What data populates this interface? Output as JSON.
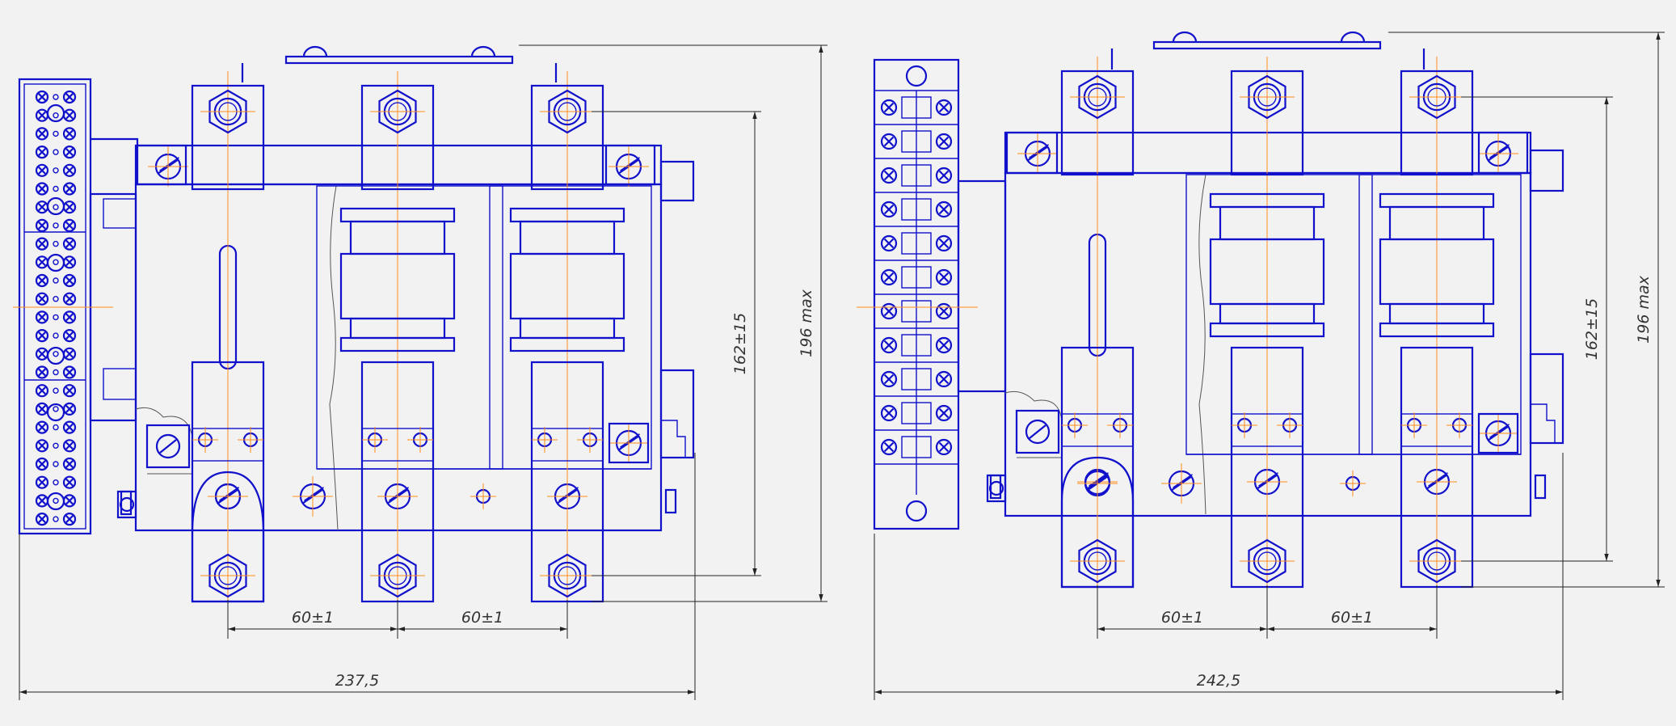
{
  "colors": {
    "background": "#f2f2f2",
    "outline": "#1111cc",
    "centerline": "#ff8c1a",
    "dimension": "#222222"
  },
  "views": [
    {
      "id": "left",
      "dimensions": {
        "pitch_1": "60±1",
        "pitch_2": "60±1",
        "overall_width": "237,5",
        "terminal_height": "162±15",
        "overall_height": "196 max"
      }
    },
    {
      "id": "right",
      "dimensions": {
        "pitch_1": "60±1",
        "pitch_2": "60±1",
        "overall_width": "242,5",
        "terminal_height": "162±15",
        "overall_height": "196 max"
      }
    }
  ]
}
